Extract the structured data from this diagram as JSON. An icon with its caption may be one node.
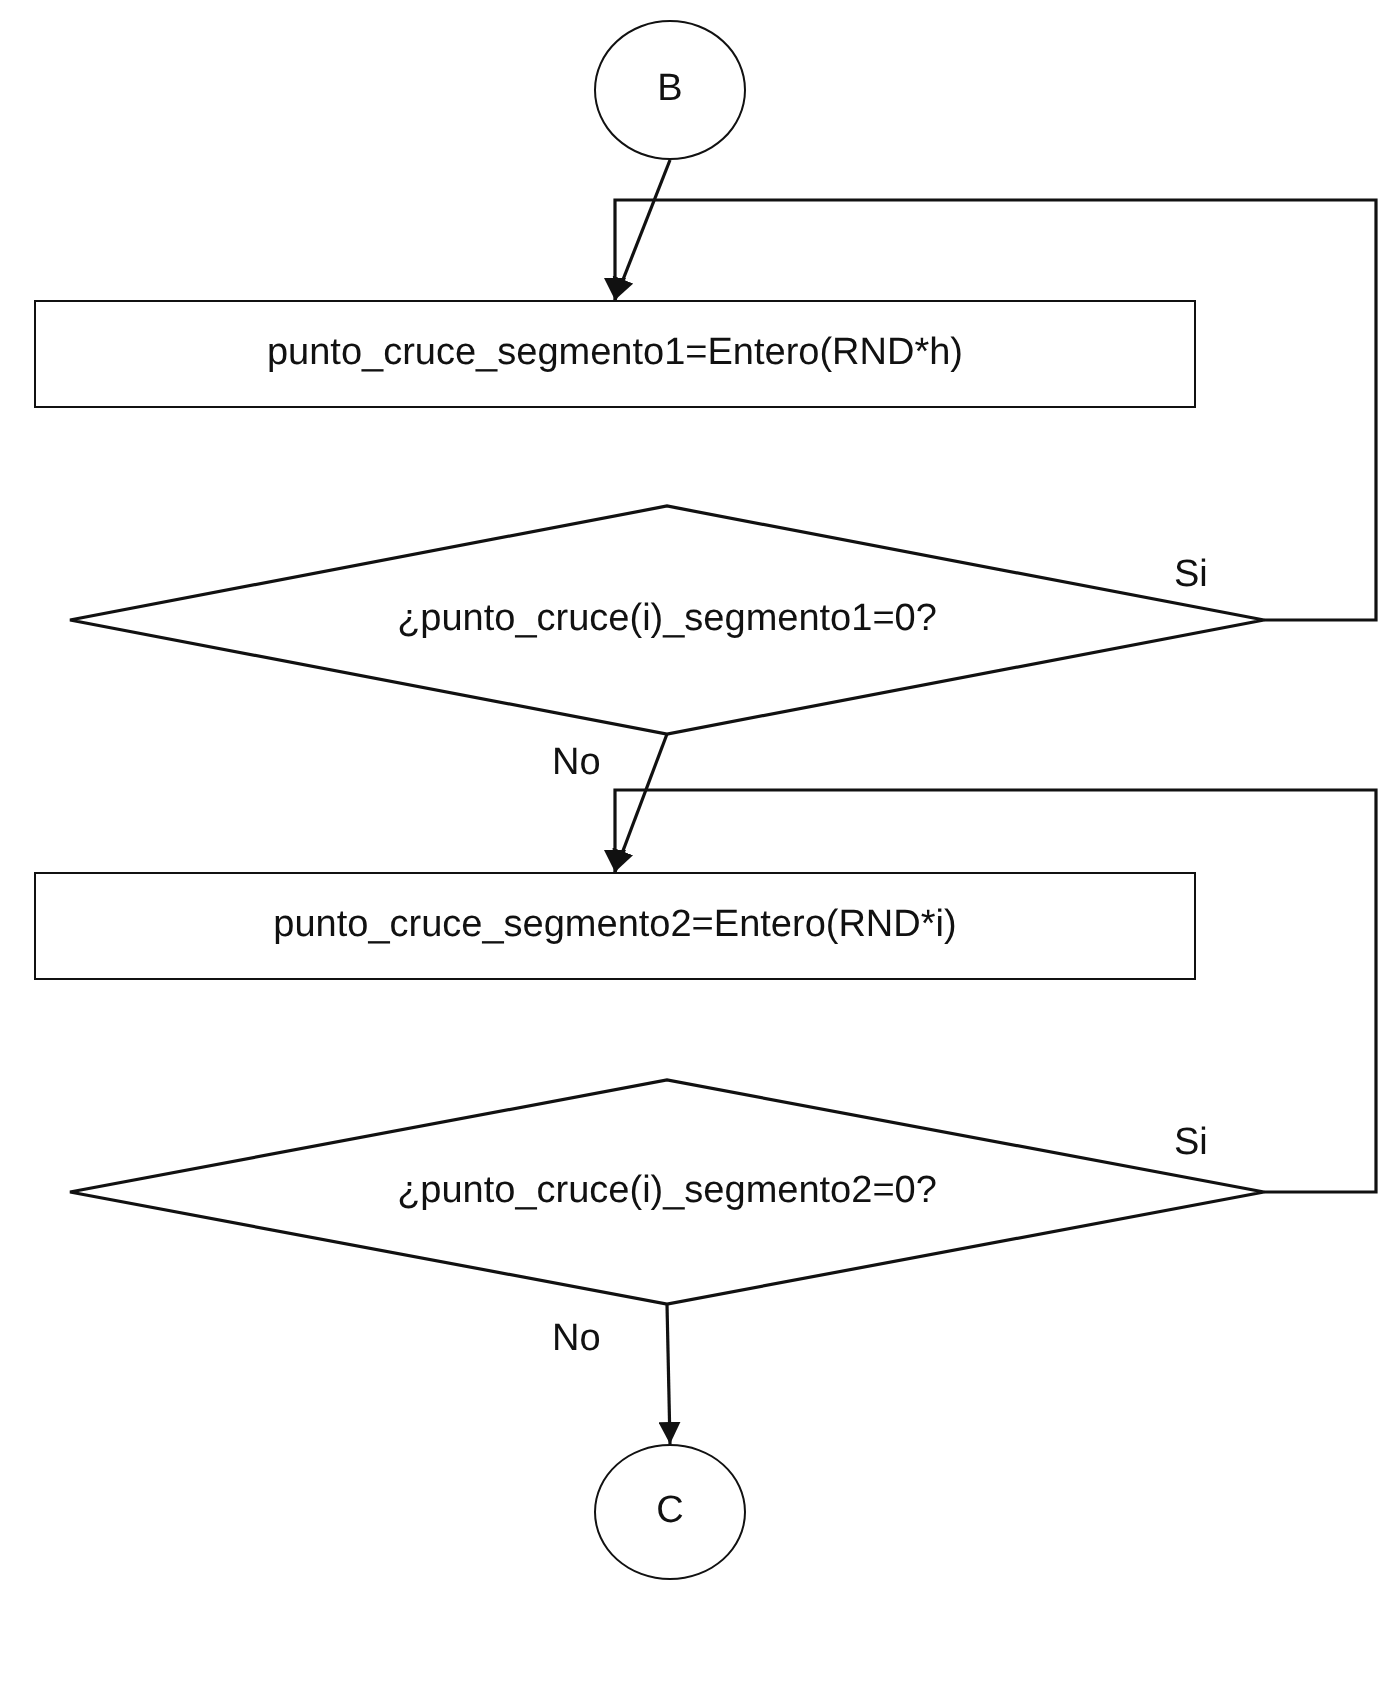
{
  "diagram": {
    "nodes": [
      {
        "text": [
          "B"
        ]
      },
      {
        "text": [
          "punto_cruce_segmento1=Entero(RND*h)"
        ]
      },
      {
        "text": [
          "¿punto_cruce(i)_segmento1=0?"
        ]
      },
      {
        "text": [
          "punto_cruce_segmento2=Entero(RND*i)"
        ]
      },
      {
        "text": [
          "¿punto_cruce(i)_segmento2=0?"
        ]
      },
      {
        "text": [
          "C"
        ]
      }
    ],
    "edges": [
      {
        "from": 0,
        "to": 1,
        "arrow": "to"
      },
      {
        "from": 2,
        "to": 1,
        "arrow": "to",
        "label": "Si"
      },
      {
        "from": 2,
        "to": 3,
        "arrow": "to",
        "label": "No"
      },
      {
        "from": 4,
        "to": 3,
        "arrow": "to",
        "label": "Si"
      },
      {
        "from": 4,
        "to": 5,
        "arrow": "to",
        "label": "No"
      }
    ]
  }
}
